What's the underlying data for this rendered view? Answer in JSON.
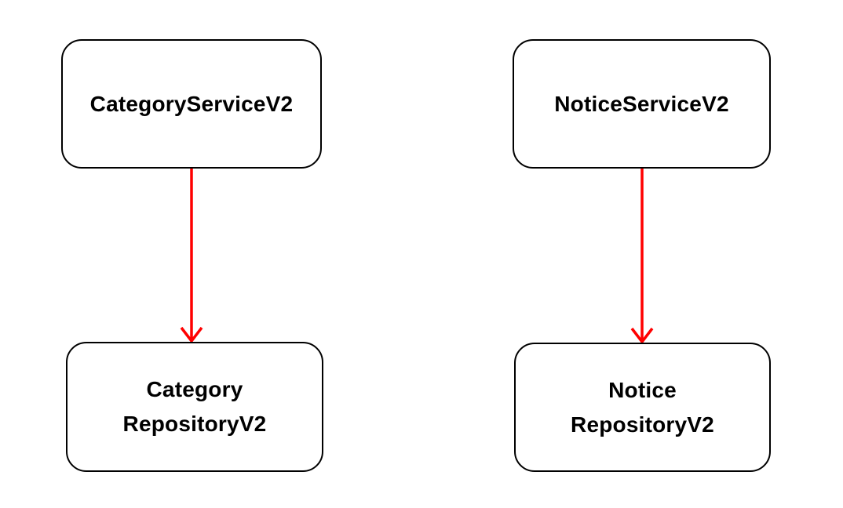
{
  "diagram": {
    "background_color": "#ffffff",
    "node_fill_color": "#ffffff",
    "node_border_color": "#000000",
    "text_color": "#000000",
    "arrow_color": "#ff0000",
    "nodes": [
      {
        "id": "category-service-v2",
        "lines": [
          "CategoryServiceV2"
        ]
      },
      {
        "id": "notice-service-v2",
        "lines": [
          "NoticeServiceV2"
        ]
      },
      {
        "id": "category-repository-v2",
        "lines": [
          "Category",
          "RepositoryV2"
        ]
      },
      {
        "id": "notice-repository-v2",
        "lines": [
          "Notice",
          "RepositoryV2"
        ]
      }
    ],
    "edges": [
      {
        "from": "category-service-v2",
        "to": "category-repository-v2",
        "style": "red-arrow-down"
      },
      {
        "from": "notice-service-v2",
        "to": "notice-repository-v2",
        "style": "red-arrow-down"
      }
    ]
  }
}
